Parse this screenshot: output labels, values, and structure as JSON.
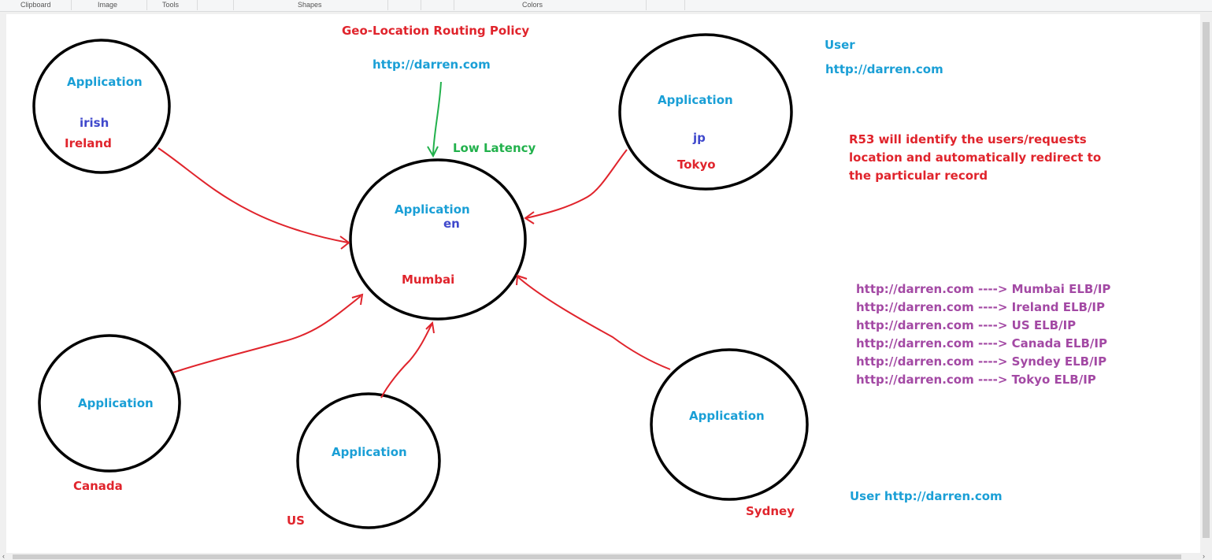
{
  "ribbon": {
    "groups": [
      "Clipboard",
      "Image",
      "Tools",
      "Shapes",
      "Colors"
    ]
  },
  "colors": {
    "blue_text": "#1a9fd6",
    "red_text": "#e0242c",
    "navy_text": "#3f48cc",
    "green_text": "#22b14c",
    "purple_text": "#a349a4",
    "red_arrow": "#e0242c",
    "green_arrow": "#22b14c"
  },
  "canvas": {
    "title": "Geo-Location Routing Policy",
    "title_url": "http://darren.com",
    "low_latency": "Low Latency",
    "center": {
      "label": "Application",
      "lang": "en",
      "location": "Mumbai"
    },
    "ireland": {
      "label": "Application",
      "lang": "irish",
      "location": "Ireland"
    },
    "tokyo": {
      "label": "Application",
      "lang": "jp",
      "location": "Tokyo"
    },
    "canada": {
      "label": "Application",
      "location": "Canada"
    },
    "us": {
      "label": "Application",
      "location": "US"
    },
    "sydney": {
      "label": "Application",
      "location": "Sydney"
    },
    "user_top": {
      "label": "User",
      "url": "http://darren.com"
    },
    "note": [
      "R53 will identify the users/requests",
      "location and automatically redirect to",
      "the particular record"
    ],
    "records": [
      "http://darren.com ----> Mumbai ELB/IP",
      "http://darren.com ----> Ireland ELB/IP",
      "http://darren.com ----> US ELB/IP",
      "http://darren.com ----> Canada ELB/IP",
      "http://darren.com ----> Syndey ELB/IP",
      "http://darren.com ----> Tokyo ELB/IP"
    ],
    "user_bottom": "User http://darren.com"
  }
}
